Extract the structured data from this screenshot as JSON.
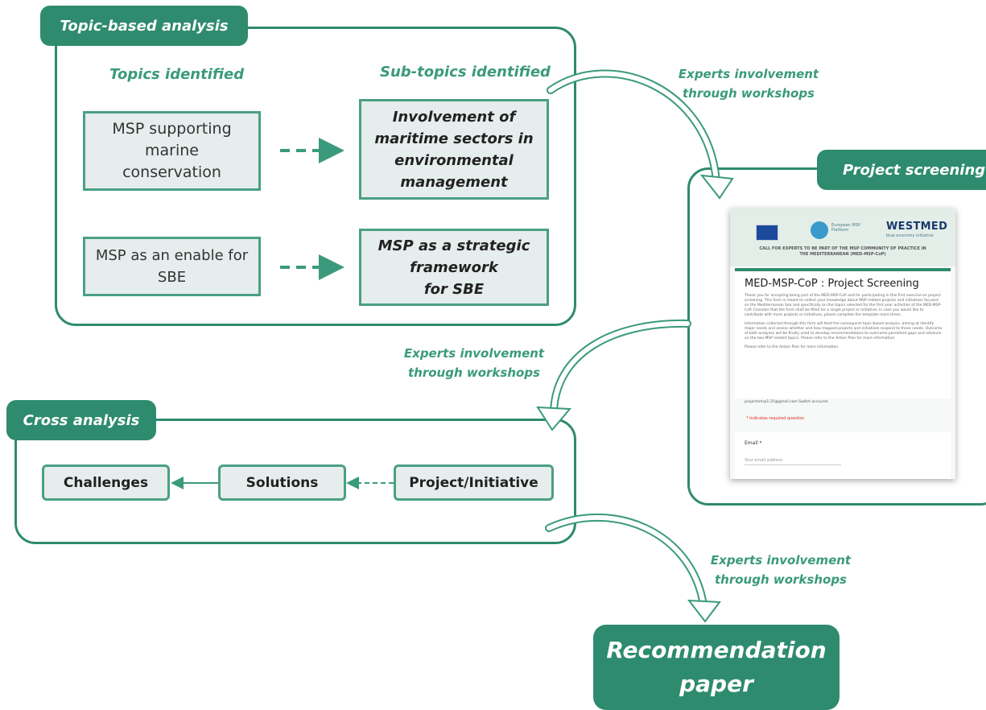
{
  "topic_analysis": {
    "tag": "Topic-based analysis",
    "topics_heading": "Topics identified",
    "subtopics_heading": "Sub-topics identified",
    "topics": [
      {
        "line1": "MSP supporting",
        "line2": "marine",
        "line3": "conservation"
      },
      {
        "line1": "MSP as an enable for",
        "line2": "SBE"
      }
    ],
    "subtopics": [
      {
        "line1": "Involvement of",
        "line2": "maritime sectors in",
        "line3": "environmental",
        "line4": "management"
      },
      {
        "line1": "MSP as a strategic",
        "line2": "framework",
        "line3": "for SBE"
      }
    ]
  },
  "experts": {
    "line1": "Experts involvement",
    "line2": "through workshops"
  },
  "project_screening": {
    "tag": "Project screening",
    "form": {
      "banner_partner": "European MSP Platform",
      "banner_westmed": "WESTMED",
      "banner_westmed_sub": "blue economy initiative",
      "banner_title": "CALL FOR EXPERTS TO BE PART OF THE MSP COMMUNITY OF PRACTICE IN THE MEDITERRANEAN (MED-MSP-CoP)",
      "title": "MED-MSP-CoP : Project Screening",
      "body1": "Thank you for accepting being part of the MED-MSP-CoP and for participating in this first exercise on project screening. This form is meant to collect your knowledge about MSP related projects and initiatives focused on the Mediterranean Sea and specifically on the topics selected for the first year activities of the MED-MSP-CoP. Consider that the form shall be filled for a single project or initiative; in case you would like to contribute with more projects or initiatives, please complete the template more times.",
      "body2": "Information collected through this form will feed the consequent topic-based analysis, aiming at identify major needs and assess whether and how mapped projects and initiatives respond to these needs. Outcome of both analyses will be finally used to develop recommendations to overcome persistent gaps and advance on the two MSP related topics. Please refer to the Action Plan for more information.",
      "body3": "Please refer to the Action Plan for more information.",
      "account": "projectsmsp1-25@gmail.com Switch accounts",
      "required": "* Indicates required question",
      "email_label": "Email *",
      "email_placeholder": "Your email address"
    }
  },
  "cross_analysis": {
    "tag": "Cross analysis",
    "nodes": [
      "Challenges",
      "Solutions",
      "Project/Initiative"
    ]
  },
  "recommendation": {
    "line1": "Recommendation",
    "line2": "paper"
  },
  "colors": {
    "accent": "#2e8b6e",
    "box_fill": "#e6eded",
    "label_text": "#3a9a7c"
  }
}
